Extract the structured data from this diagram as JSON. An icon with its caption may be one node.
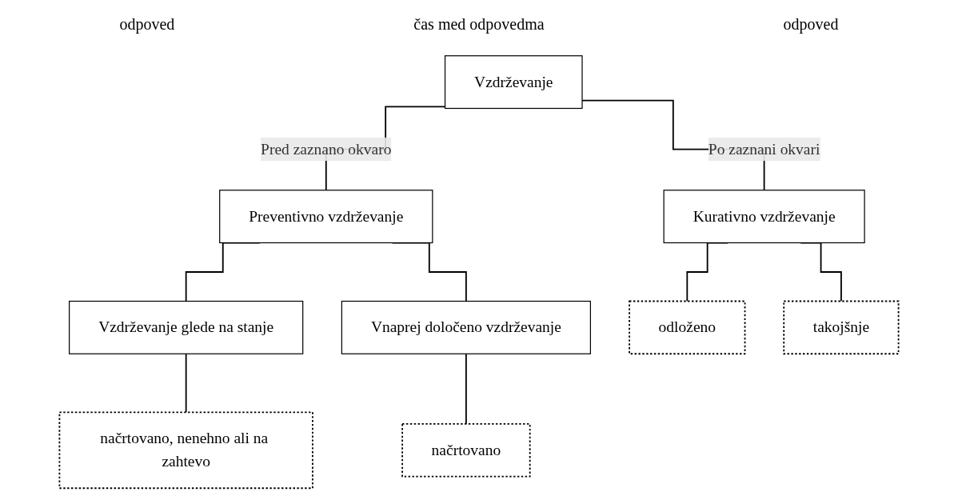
{
  "diagram": {
    "nodes": [
      {
        "text": [
          "Vzdrževanje"
        ]
      },
      {
        "text": [
          "Preventivno vzdrževanje"
        ]
      },
      {
        "text": [
          "Kurativno vzdrževanje"
        ]
      },
      {
        "text": [
          "Vzdrževanje glede na stanje"
        ]
      },
      {
        "text": [
          "Vnaprej določeno vzdrževanje"
        ]
      },
      {
        "text": [
          "načrtovano, nenehno ali na zahtevo"
        ]
      },
      {
        "text": [
          "načrtovano"
        ]
      },
      {
        "text": [
          "odloženo"
        ]
      },
      {
        "text": [
          "takojšnje"
        ]
      }
    ],
    "edges": [
      {
        "from": 0,
        "to": 1,
        "arrow": "none",
        "label": "Pred zaznano okvaro"
      },
      {
        "from": 0,
        "to": 2,
        "arrow": "none",
        "label": "Po zaznani okvari"
      },
      {
        "from": 1,
        "to": 3,
        "arrow": "none"
      },
      {
        "from": 1,
        "to": 4,
        "arrow": "none"
      },
      {
        "from": 3,
        "to": 5,
        "arrow": "none"
      },
      {
        "from": 4,
        "to": 6,
        "arrow": "none"
      },
      {
        "from": 2,
        "to": 7,
        "arrow": "none"
      },
      {
        "from": 2,
        "to": 8,
        "arrow": "none"
      }
    ],
    "labels": [
      "odpoved",
      "čas med odpovedma",
      "odpoved"
    ]
  }
}
